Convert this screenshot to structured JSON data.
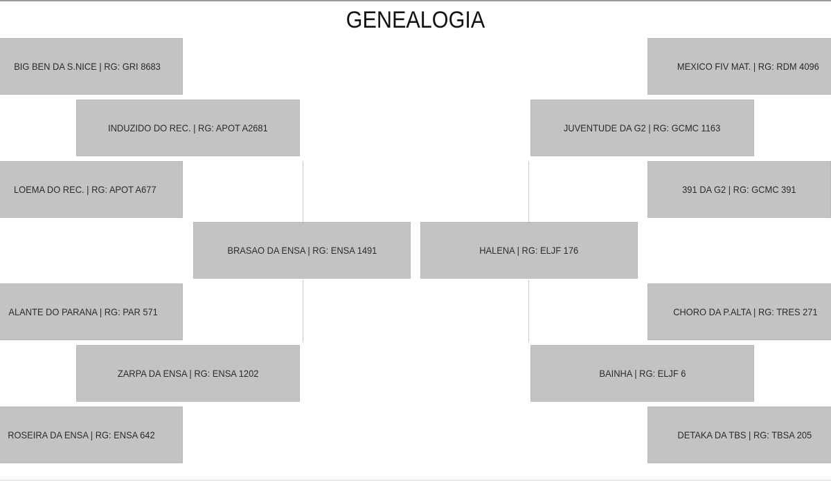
{
  "title": "GENEALOGIA",
  "pedigree": {
    "sire": {
      "name": "BRASAO DA ENSA | RG: ENSA 1491",
      "sire": {
        "name": "INDUZIDO DO REC. | RG: APOT A2681",
        "sire": "BIG BEN DA S.NICE | RG: GRI 8683",
        "dam": "LOEMA DO REC. | RG: APOT A677"
      },
      "dam": {
        "name": "ZARPA DA ENSA | RG: ENSA 1202",
        "sire": "ALANTE DO PARANA | RG: PAR 571",
        "dam": "ROSEIRA DA ENSA | RG: ENSA 642"
      }
    },
    "dam": {
      "name": "HALENA | RG: ELJF 176",
      "sire": {
        "name": "JUVENTUDE DA G2 | RG: GCMC 1163",
        "sire": "MEXICO FIV MAT. | RG: RDM 4096",
        "dam": "391 DA G2 | RG: GCMC 391"
      },
      "dam": {
        "name": "BAINHA | RG: ELJF 6",
        "sire": "CHORO DA P.ALTA | RG: TRES 271",
        "dam": "DETAKA DA TBS | RG: TBSA 205"
      }
    }
  }
}
